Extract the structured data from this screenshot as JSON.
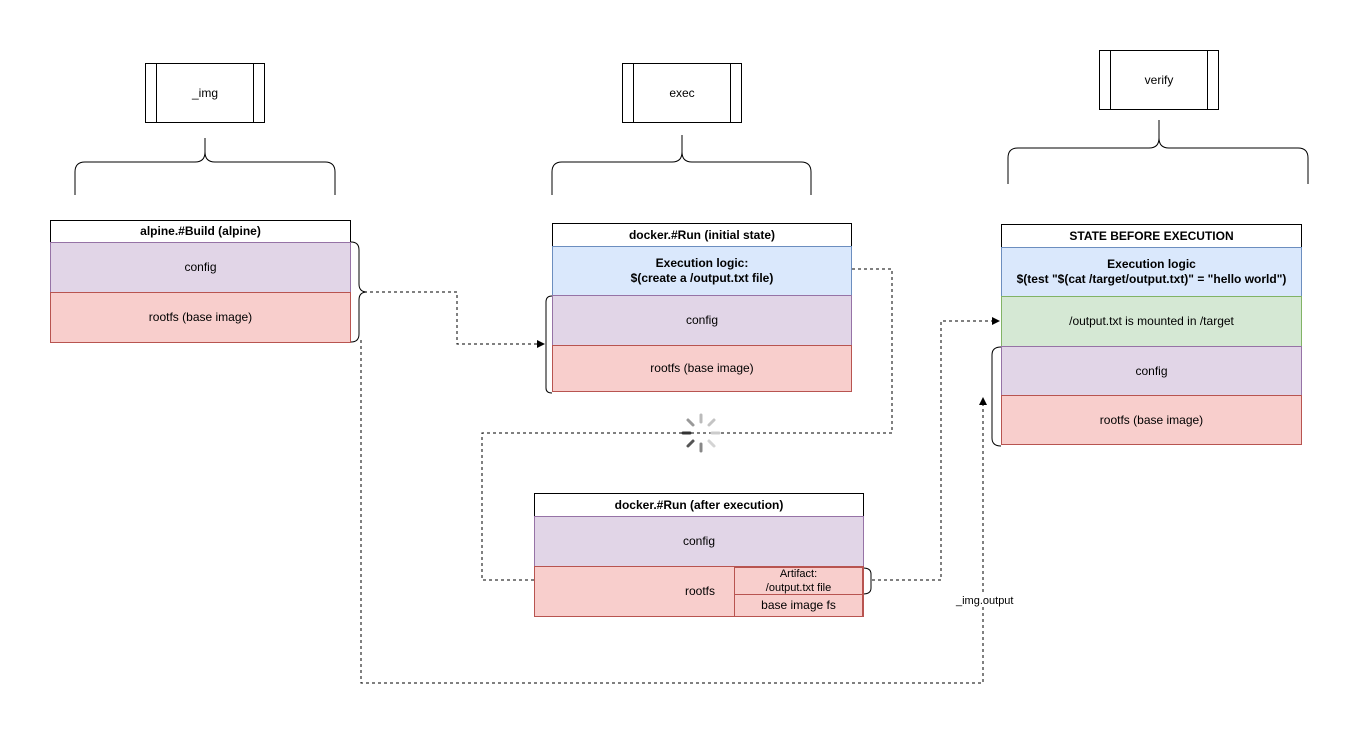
{
  "steps": {
    "img": "_img",
    "exec": "exec",
    "verify": "verify"
  },
  "build": {
    "header": "alpine.#Build (alpine)",
    "config": "config",
    "rootfs": "rootfs (base image)"
  },
  "run_initial": {
    "header": "docker.#Run (initial state)",
    "logic_line1": "Execution logic:",
    "logic_line2": "$(create a /output.txt file)",
    "config": "config",
    "rootfs": "rootfs (base image)"
  },
  "run_after": {
    "header": "docker.#Run (after execution)",
    "config": "config",
    "rootfs": "rootfs",
    "artifact_line1": "Artifact:",
    "artifact_line2": "/output.txt file",
    "base_fs": "base image fs"
  },
  "verify_state": {
    "header": "STATE BEFORE EXECUTION",
    "logic_line1": "Execution logic",
    "logic_line2": "$(test \"$(cat /target/output.txt)\" = \"hello world\")",
    "mounted": "/output.txt is mounted in /target",
    "config": "config",
    "rootfs": "rootfs (base image)"
  },
  "edge_label": "_img.output",
  "colors": {
    "config": "#e1d5e7",
    "rootfs": "#f8cecc",
    "logic": "#dae8fc",
    "mounted": "#d5e8d4"
  }
}
